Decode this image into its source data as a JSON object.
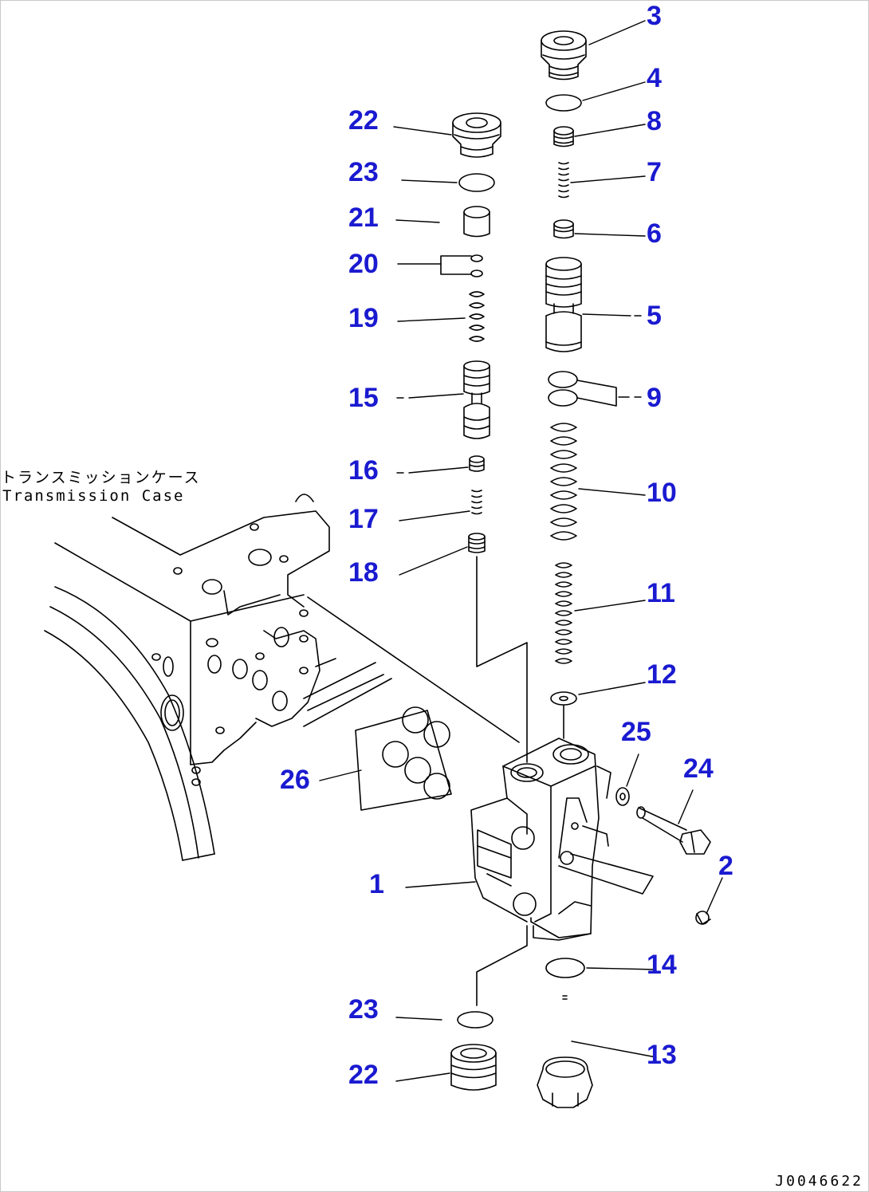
{
  "diagram": {
    "caption_jp": "トランスミッションケース",
    "caption_en": "Transmission Case",
    "drawing_code": "J0046622",
    "label_color": "#1a1ad0",
    "line_color": "#000000",
    "part_labels": {
      "p3": "3",
      "p4": "4",
      "p8": "8",
      "p7": "7",
      "p6": "6",
      "p5": "5",
      "p9": "9",
      "p10": "10",
      "p11": "11",
      "p12": "12",
      "p25": "25",
      "p24": "24",
      "p2": "2",
      "p14": "14",
      "p13": "13",
      "p22a": "22",
      "p23a": "23",
      "p21": "21",
      "p20": "20",
      "p19": "19",
      "p15": "15",
      "p16": "16",
      "p17": "17",
      "p18": "18",
      "p26": "26",
      "p1": "1",
      "p23b": "23",
      "p22b": "22"
    }
  }
}
